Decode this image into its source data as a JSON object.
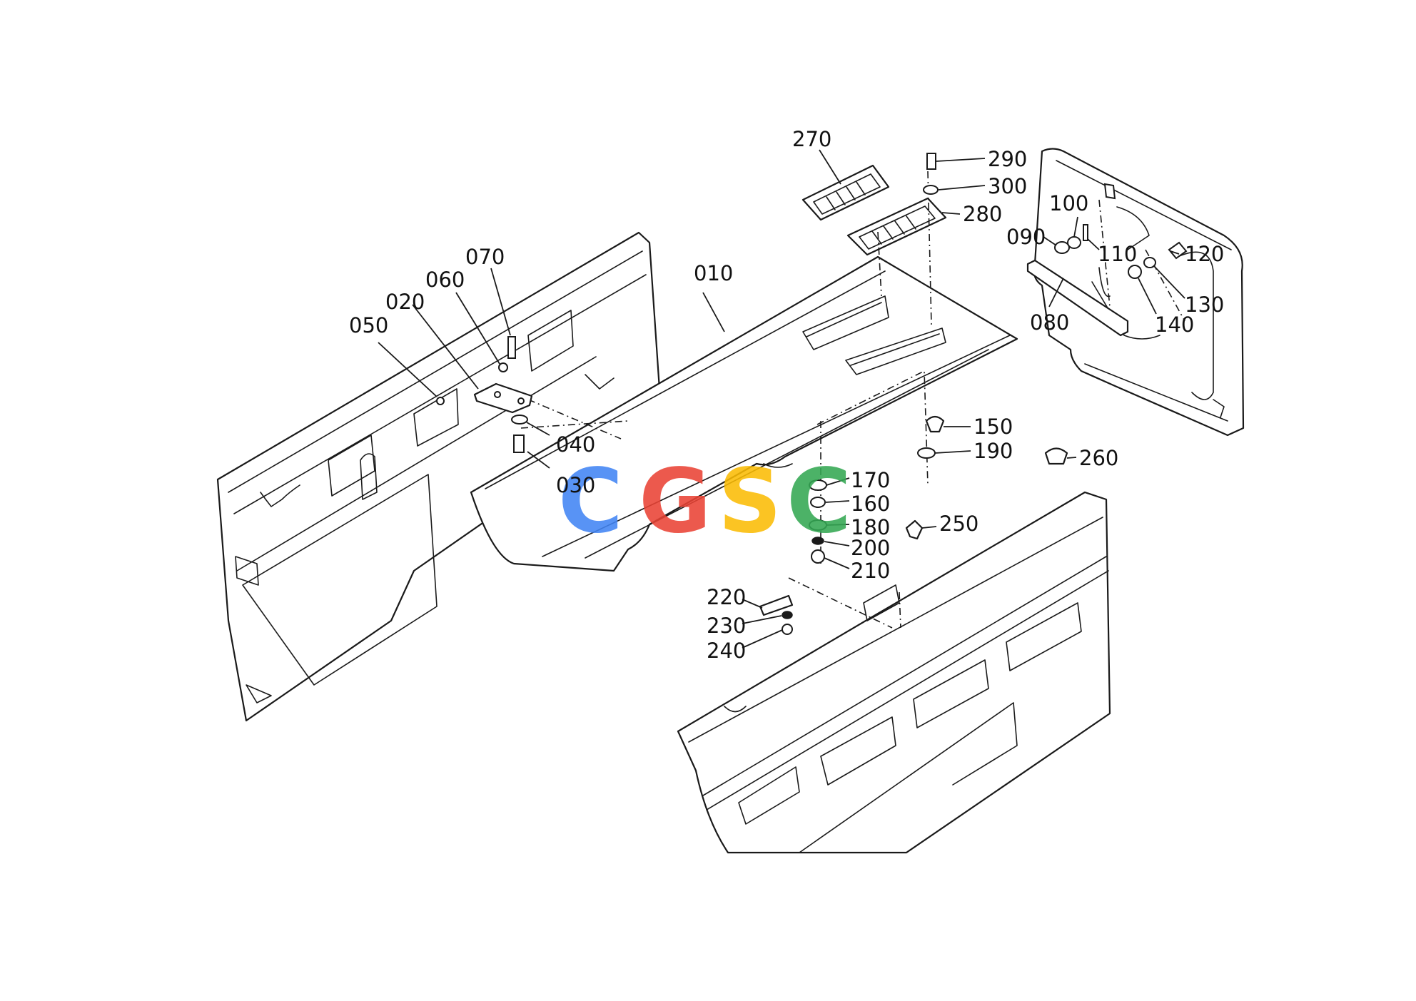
{
  "watermark": {
    "letters": [
      {
        "char": "C",
        "color": "#4285F4"
      },
      {
        "char": "G",
        "color": "#EA4335"
      },
      {
        "char": "S",
        "color": "#FBBC05"
      },
      {
        "char": "C",
        "color": "#34A853"
      }
    ]
  },
  "callouts": {
    "c010": "010",
    "c020": "020",
    "c030": "030",
    "c040": "040",
    "c050": "050",
    "c060": "060",
    "c070": "070",
    "c080": "080",
    "c090": "090",
    "c100": "100",
    "c110": "110",
    "c120": "120",
    "c130": "130",
    "c140": "140",
    "c150": "150",
    "c160": "160",
    "c170": "170",
    "c180": "180",
    "c190": "190",
    "c200": "200",
    "c210": "210",
    "c220": "220",
    "c230": "230",
    "c240": "240",
    "c250": "250",
    "c260": "260",
    "c270": "270",
    "c280": "280",
    "c290": "290",
    "c300": "300"
  }
}
